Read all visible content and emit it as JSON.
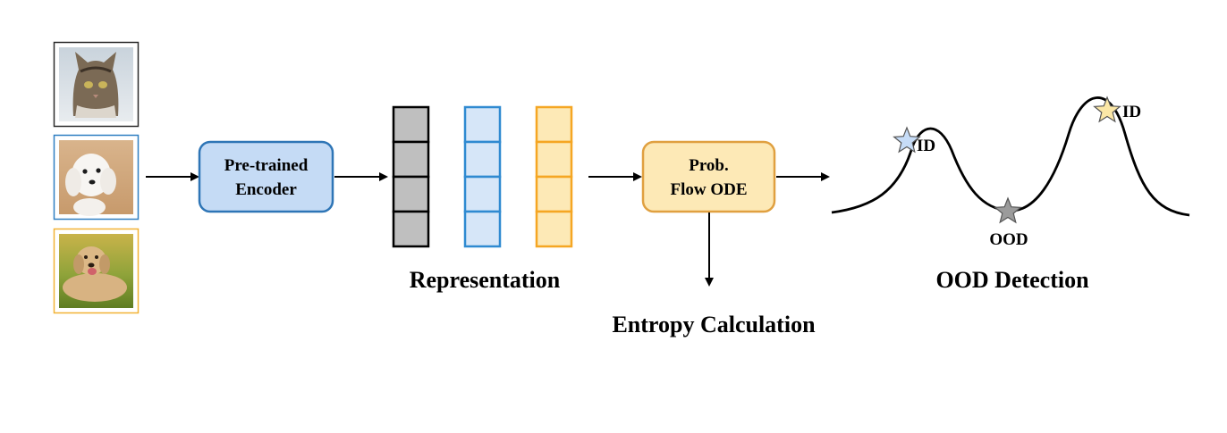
{
  "images": [
    {
      "subject": "cat",
      "frame_color": "#2b2b2b"
    },
    {
      "subject": "white dog",
      "frame_color": "#2f7fc1"
    },
    {
      "subject": "labrador",
      "frame_color": "#f2b234"
    }
  ],
  "encoder": {
    "line1": "Pre-trained",
    "line2": "Encoder",
    "fill": "#c5dbf5",
    "stroke": "#2e75b6"
  },
  "representation": {
    "label": "Representation",
    "vectors": [
      {
        "fill": "#bfbfbf",
        "stroke": "#000000"
      },
      {
        "fill": "#d6e6f8",
        "stroke": "#2f8ad1"
      },
      {
        "fill": "#fde9b6",
        "stroke": "#f5a623"
      }
    ]
  },
  "ode": {
    "line1": "Prob.",
    "line2": "Flow ODE",
    "fill": "#fde9b6",
    "stroke": "#e0a040"
  },
  "entropy": {
    "label": "Entropy Calculation"
  },
  "ood": {
    "title": "OOD Detection",
    "markers": [
      {
        "label": "ID",
        "color": "#c6dcf7"
      },
      {
        "label": "OOD",
        "color": "#9b9b9b"
      },
      {
        "label": "ID",
        "color": "#fbe7a6"
      }
    ]
  }
}
